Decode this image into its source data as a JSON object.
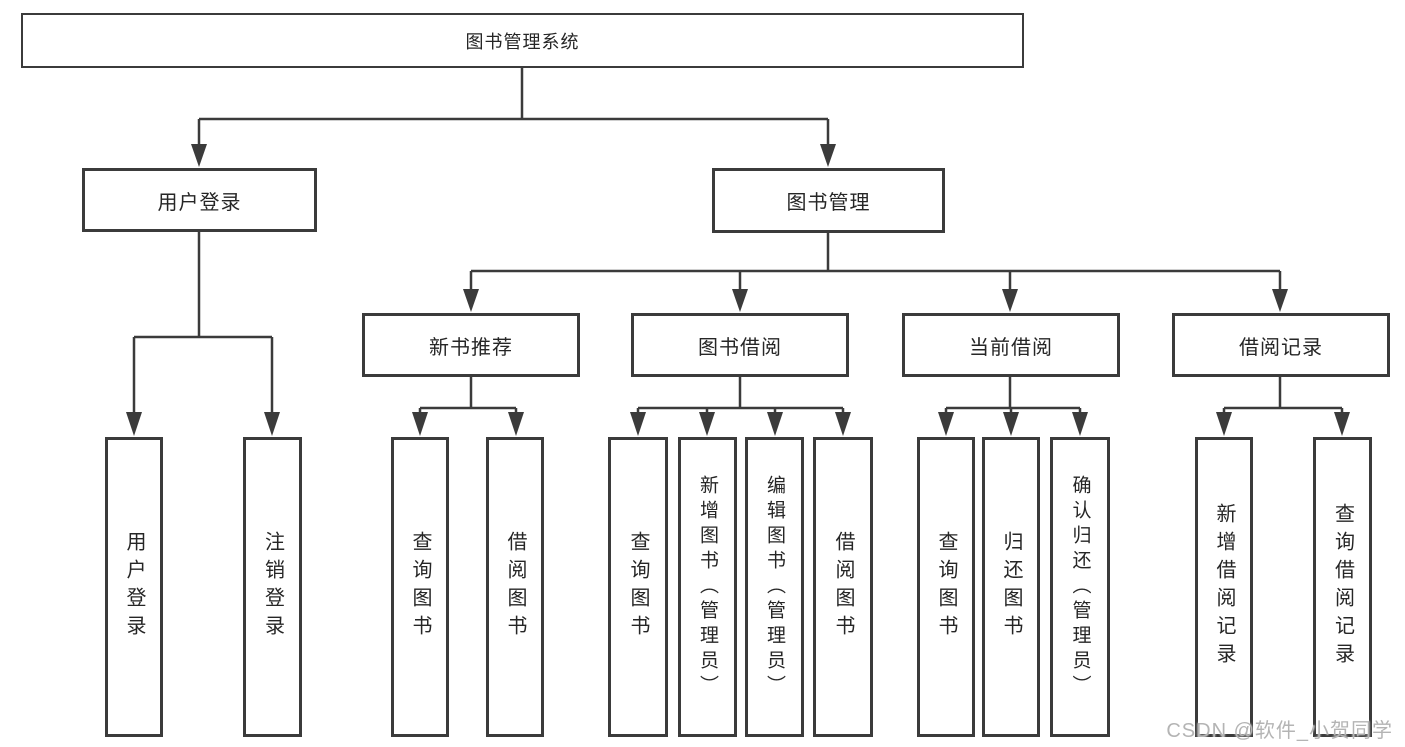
{
  "tree": {
    "root": {
      "label": "图书管理系统",
      "children": [
        {
          "label": "用户登录",
          "children": [
            {
              "label": "用户登录"
            },
            {
              "label": "注销登录"
            }
          ]
        },
        {
          "label": "图书管理",
          "children": [
            {
              "label": "新书推荐",
              "children": [
                {
                  "label": "查询图书"
                },
                {
                  "label": "借阅图书"
                }
              ]
            },
            {
              "label": "图书借阅",
              "children": [
                {
                  "label": "查询图书"
                },
                {
                  "label": "新增图书（管理员）"
                },
                {
                  "label": "编辑图书（管理员）"
                },
                {
                  "label": "借阅图书"
                }
              ]
            },
            {
              "label": "当前借阅",
              "children": [
                {
                  "label": "查询图书"
                },
                {
                  "label": "归还图书"
                },
                {
                  "label": "确认归还（管理员）"
                }
              ]
            },
            {
              "label": "借阅记录",
              "children": [
                {
                  "label": "新增借阅记录"
                },
                {
                  "label": "查询借阅记录"
                }
              ]
            }
          ]
        }
      ]
    }
  },
  "watermark": {
    "text": "CSDN @软件_小贺同学"
  },
  "colors": {
    "line": "#3b3b3b",
    "box_border": "#3b3b3b",
    "text": "#262626",
    "watermark": "#b4b4b4",
    "background": "#ffffff"
  }
}
